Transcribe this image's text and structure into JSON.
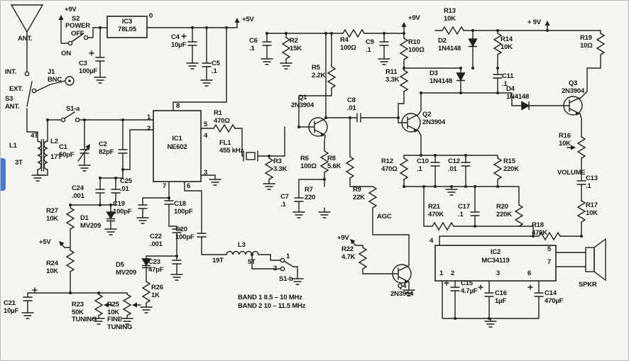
{
  "colors": {
    "wire": "#1f1f1f",
    "background": "#f5f4ee",
    "edge_tab": "#4878d2"
  },
  "labels": {
    "ant": "ANT.",
    "v9_tl": "+9V",
    "s2": "S2",
    "power": "POWER",
    "off": "OFF",
    "on": "ON",
    "ic3": "IC3",
    "ic3p": "78L05",
    "p0": "0",
    "c3": "C3\n100µF",
    "c4": "C4\n10µF",
    "v5_t": "+5V",
    "c5": "C5\n.1",
    "c6": "C6\n.1",
    "r2": "R2\n15K",
    "r4": "R4\n100Ω",
    "v9_tm": "+9V",
    "c9": "C9\n.1",
    "r10": "R10\n100Ω",
    "r13": "R13\n10K",
    "d2": "D2\n1N4148",
    "r14": "R14\n10K",
    "d3": "D3\n1N4148",
    "r11": "R11\n3.3K",
    "c11": "C11\n.1",
    "d4": "D4\n1N4148",
    "v9_tr": "+ 9V",
    "r19": "R19\n10Ω",
    "q3": "Q3\n2N3904",
    "q1": "Q1\n2N3904",
    "c8": "C8\n.01",
    "q2": "Q2\n2N3904",
    "r1": "R1\n470Ω",
    "fl1": "FL1\n455 kHz",
    "r3": "R3\n3.3K",
    "r5": "R5\n2.2K",
    "r6": "R6\n100Ω",
    "r8": "R8\n5.6K",
    "r7": "R7\n220",
    "c7": "C7\n.1",
    "r9": "R9\n22K",
    "agc": "AGC",
    "r12": "R12\n470Ω",
    "c10": "C10\n.1",
    "c12": "C12\n.01",
    "r15": "R15\n220K",
    "r16": "R16\n10K",
    "volume": "VOLUME",
    "c13": "C13\n.1",
    "r17": "R17\n10K",
    "r18": "R18\n470K",
    "r21": "R21\n470K",
    "c17": "C17\n.1",
    "r20": "R20\n220K",
    "v9_m": "+9V",
    "r22": "R22\n4.7K",
    "q4": "Q4\n2N3904",
    "ic2": "IC2",
    "ic2p": "MC34119",
    "m4": "4",
    "m5": "5",
    "m7": "7",
    "m1": "1",
    "m2": "2",
    "m3": "3",
    "m6": "6",
    "spkr": "SPKR",
    "c15": "C15\n4.7µF",
    "c16": "C16\n1µF",
    "c14": "C14\n470µF",
    "l3": "L3",
    "t19": "19T",
    "t5": "5T",
    "sb1": "1",
    "sb2": "2",
    "s1b": "S1-b",
    "band1": "BAND 1 8.5 – 10 MHz",
    "band2": "BAND 2 10 – 11.5 MHz",
    "c20": "C20\n100pF",
    "c19": "C19\n100pF",
    "c18": "C18\n100pF",
    "c22": "C22\n.001",
    "c23": "C23\n47pF",
    "d5": "D5\nMV209",
    "d1": "D1\nMV209",
    "c24": "C24\n.001",
    "c25": "C25\n.01",
    "r27": "R27\n10K",
    "v5_l": "+5V",
    "r24": "R24\n10K",
    "r23": "R23\n50K\nTUNING",
    "r25": "R25\n10K\nFINE\nTUNING",
    "r26": "R26\n1K",
    "c21": "C21\n10µF",
    "l1": "L1",
    "l2": "L2",
    "t3": "3T",
    "t4": "4T",
    "t17": "17T",
    "c1": "C1\n50pF",
    "c2": "C2\n82pF",
    "s1a": "S1-a",
    "s3": "S3\nANT.",
    "int_": "INT.",
    "ext": "EXT.",
    "j1": "J1\nBNC",
    "ic1": "IC1",
    "ic1p": "NE602",
    "i8": "8",
    "i1": "1",
    "i2": "2",
    "i3": "3",
    "i4": "4",
    "i5": "5",
    "i6": "6",
    "i7": "7"
  }
}
